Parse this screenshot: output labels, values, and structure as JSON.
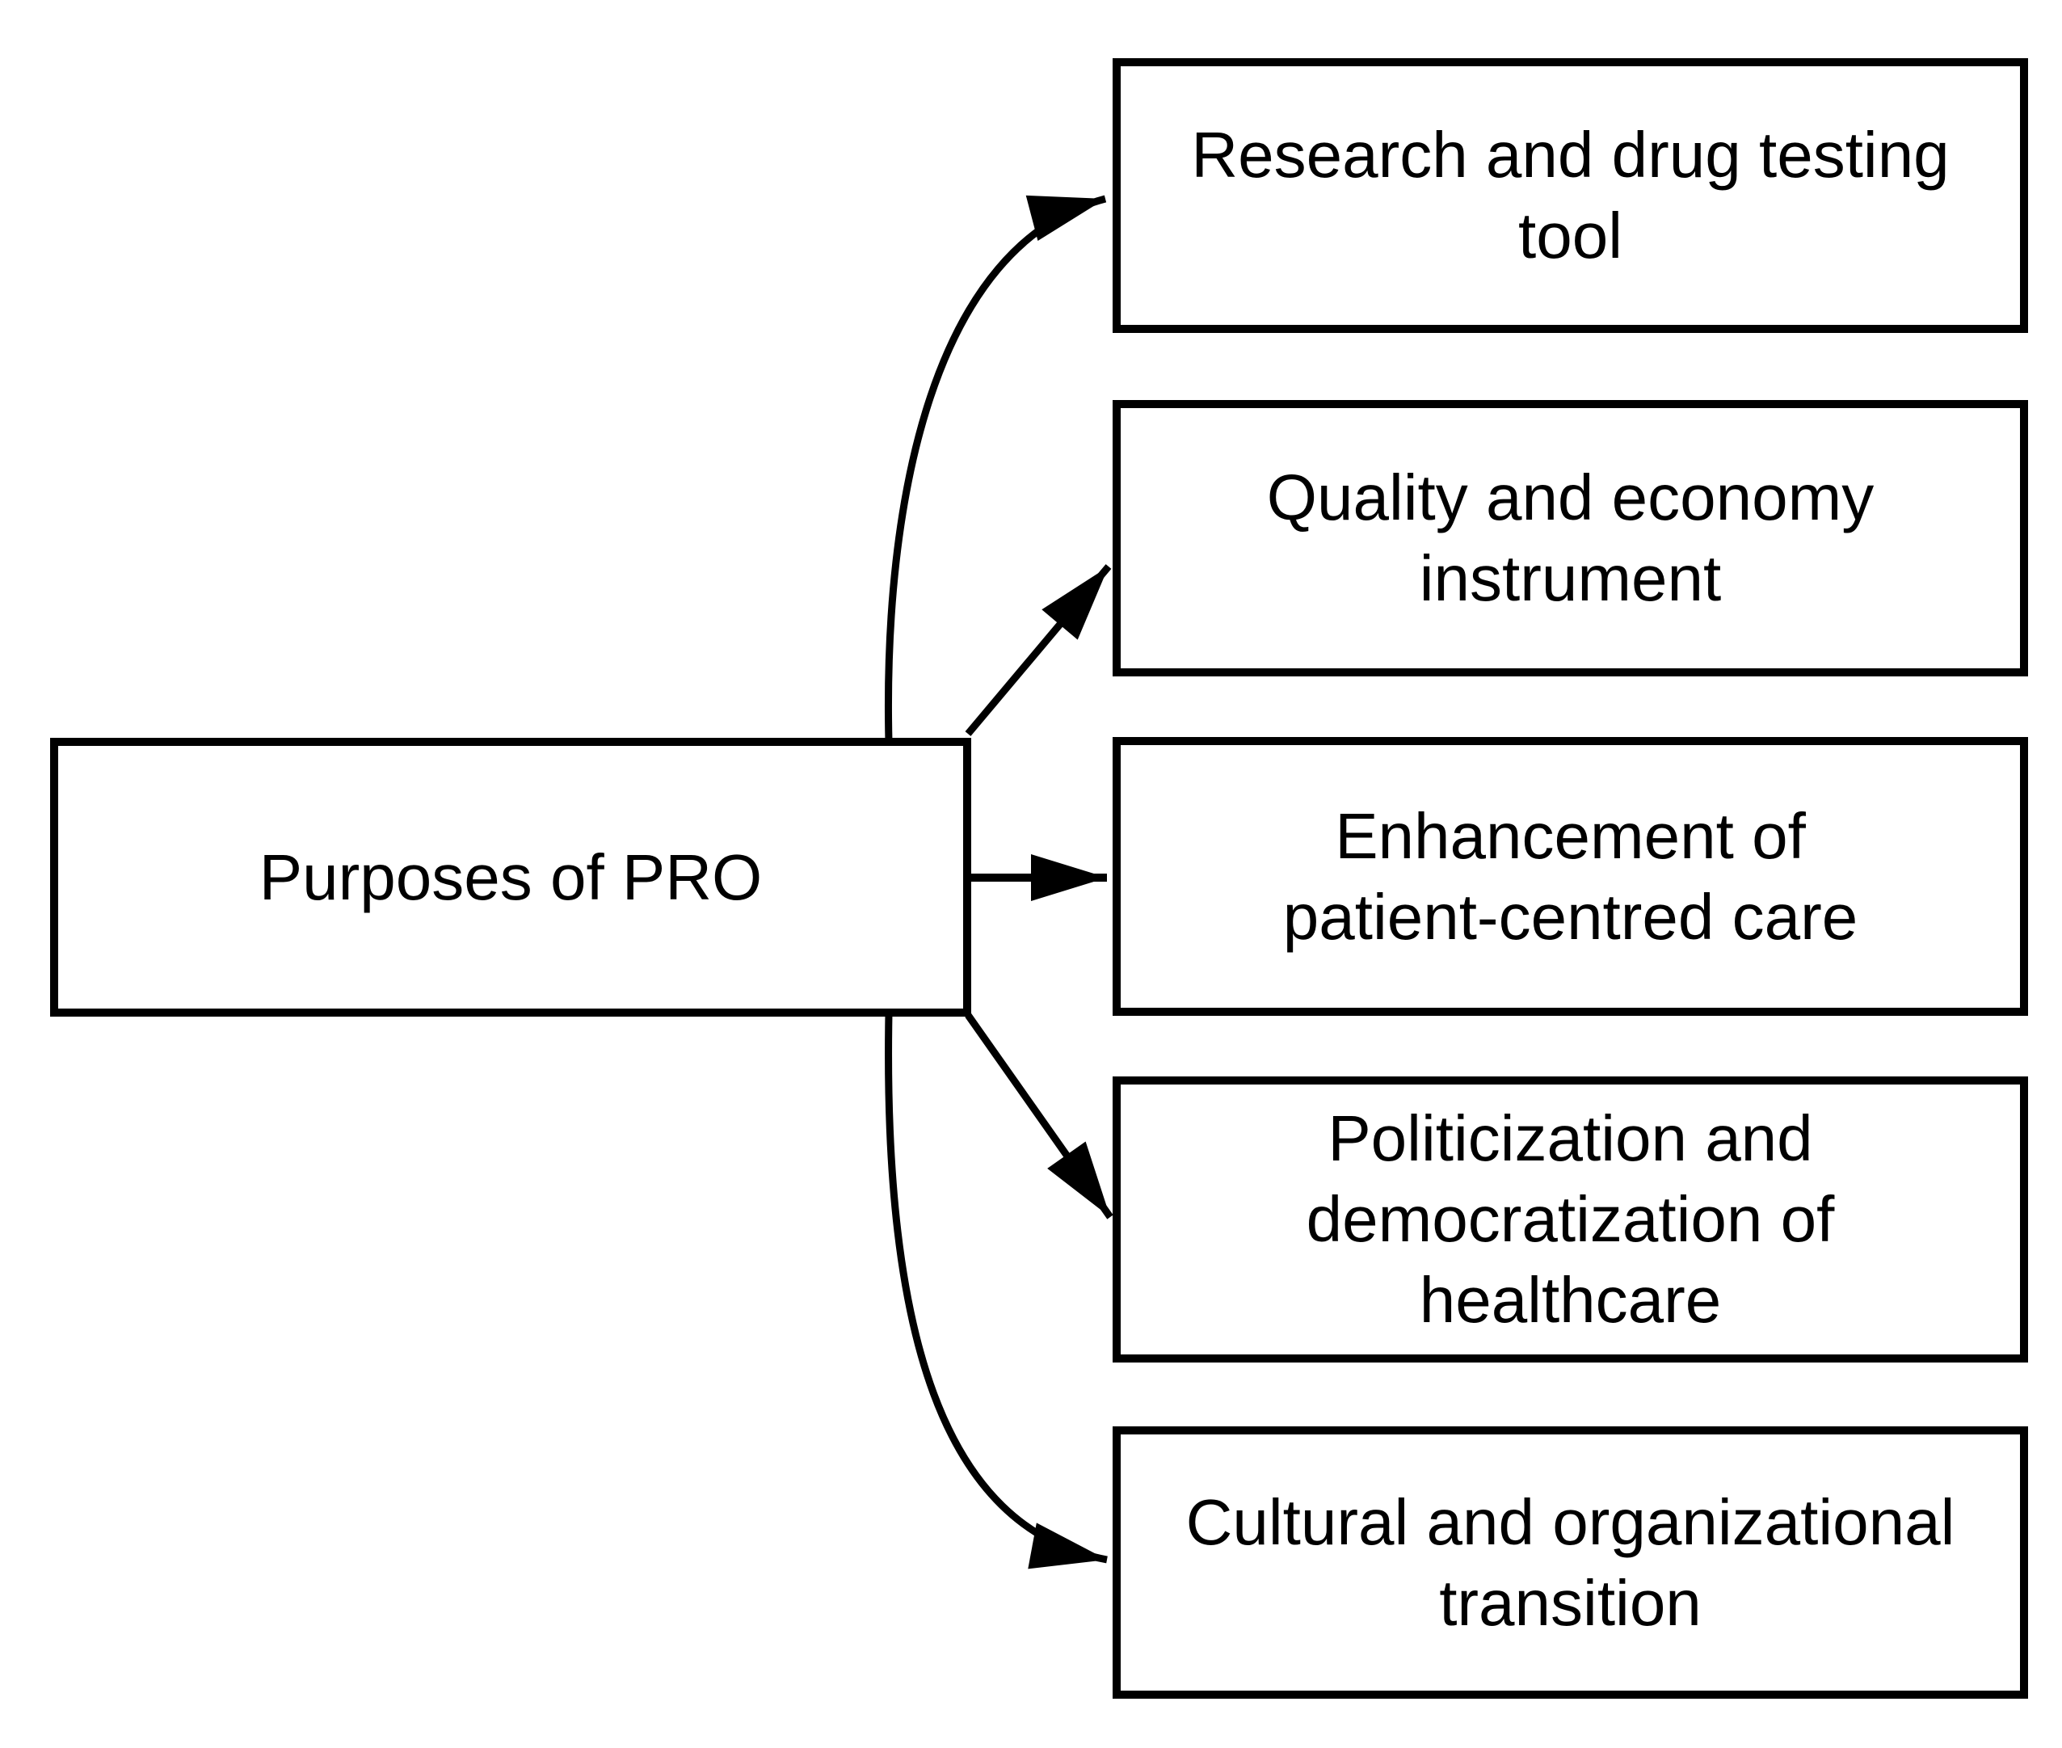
{
  "diagram": {
    "title": "Purposes of PRO diagram",
    "background_color": "#ffffff",
    "line_color": "#000000",
    "text_color": "#000000",
    "root": {
      "id": "purposes-of-pro",
      "lines": [
        "Purposes of PRO"
      ]
    },
    "targets": [
      {
        "id": "research-drug-testing",
        "lines": [
          "Research and drug testing",
          "tool"
        ]
      },
      {
        "id": "quality-economy",
        "lines": [
          "Quality and economy",
          "instrument"
        ]
      },
      {
        "id": "patient-centred-care",
        "lines": [
          "Enhancement of",
          "patient-centred care"
        ]
      },
      {
        "id": "politicization",
        "lines": [
          "Politicization and",
          "democratization of",
          "healthcare"
        ]
      },
      {
        "id": "cultural-transition",
        "lines": [
          "Cultural and organizational",
          "transition"
        ]
      }
    ],
    "edges": [
      {
        "from": "purposes-of-pro",
        "to": "research-drug-testing",
        "style": "curved"
      },
      {
        "from": "purposes-of-pro",
        "to": "quality-economy",
        "style": "straight"
      },
      {
        "from": "purposes-of-pro",
        "to": "patient-centred-care",
        "style": "straight"
      },
      {
        "from": "purposes-of-pro",
        "to": "politicization",
        "style": "straight"
      },
      {
        "from": "purposes-of-pro",
        "to": "cultural-transition",
        "style": "curved"
      }
    ]
  }
}
